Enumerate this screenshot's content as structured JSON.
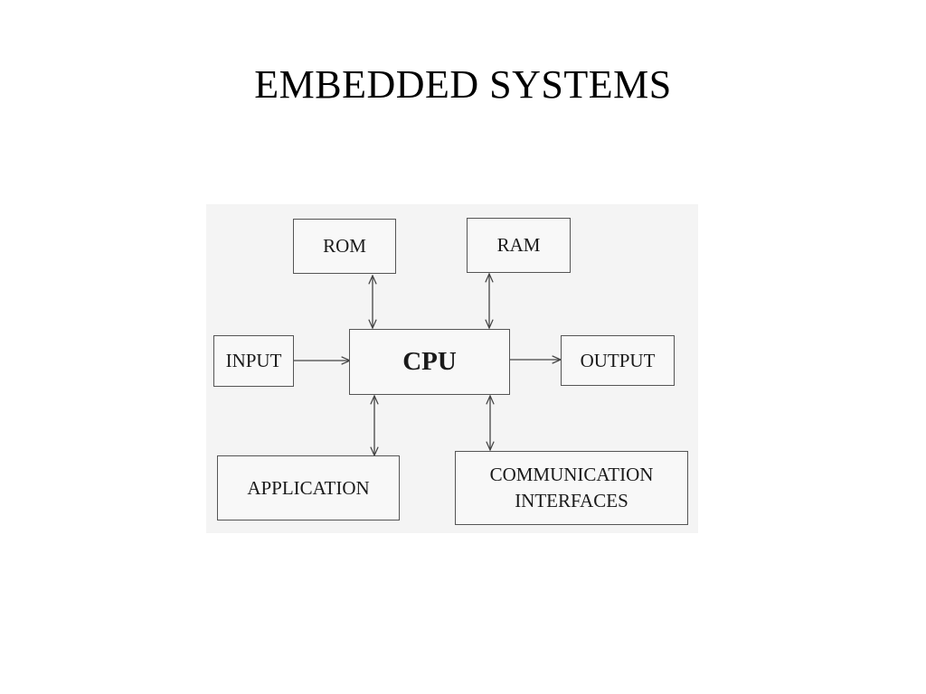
{
  "slide": {
    "title": "EMBEDDED SYSTEMS"
  },
  "diagram": {
    "nodes": {
      "rom": "ROM",
      "ram": "RAM",
      "input": "INPUT",
      "cpu": "CPU",
      "output": "OUTPUT",
      "application": "APPLICATION",
      "communication_line1": "COMMUNICATION",
      "communication_line2": "INTERFACES"
    },
    "connections": [
      {
        "from": "ROM",
        "to": "CPU",
        "direction": "bidirectional"
      },
      {
        "from": "RAM",
        "to": "CPU",
        "direction": "bidirectional"
      },
      {
        "from": "INPUT",
        "to": "CPU",
        "direction": "one-way"
      },
      {
        "from": "CPU",
        "to": "OUTPUT",
        "direction": "one-way"
      },
      {
        "from": "CPU",
        "to": "APPLICATION",
        "direction": "bidirectional"
      },
      {
        "from": "CPU",
        "to": "COMMUNICATION INTERFACES",
        "direction": "bidirectional"
      }
    ],
    "colors": {
      "line": "#444444",
      "panel": "#f4f4f4",
      "text": "#1a1a1a"
    }
  }
}
